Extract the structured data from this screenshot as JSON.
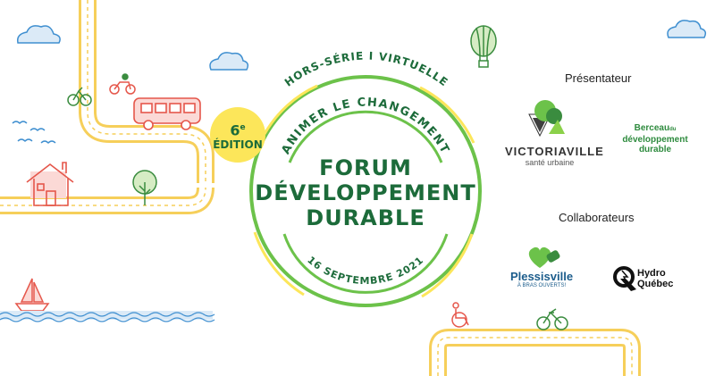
{
  "event": {
    "edition_number": "6",
    "edition_suffix": "e",
    "edition_label": "ÉDITION",
    "series": "HORS-SÉRIE  I  VIRTUELLE",
    "tagline": "ANIMER LE CHANGEMENT",
    "title_line1": "FORUM",
    "title_line2": "DÉVELOPPEMENT",
    "title_line3": "DURABLE",
    "date": "16 SEPTEMBRE 2021"
  },
  "presenter": {
    "heading": "Présentateur",
    "logo1_name": "VICTORIAVILLE",
    "logo1_sub": "santé urbaine",
    "logo2_line1": "Berceau",
    "logo2_line1b": "du",
    "logo2_line2": "développement",
    "logo2_line3": "durable"
  },
  "collaborators": {
    "heading": "Collaborateurs",
    "logo1_name": "Plessisville",
    "logo1_sub": "À BRAS OUVERTS!",
    "logo2_line1": "Hydro",
    "logo2_line2": "Québec"
  },
  "colors": {
    "green": "#1c6b3a",
    "light_green": "#6cc24a",
    "yellow": "#fce65a",
    "road": "#f6cf5a",
    "red": "#e5574b",
    "blue": "#3f8fd0"
  },
  "icons": [
    "cloud-icon",
    "hot-air-balloon-icon",
    "bicycle-icon",
    "motorcycle-icon",
    "bus-icon",
    "birds-icon",
    "house-icon",
    "tree-icon",
    "sailboat-icon",
    "waves-icon",
    "wheelchair-icon"
  ]
}
